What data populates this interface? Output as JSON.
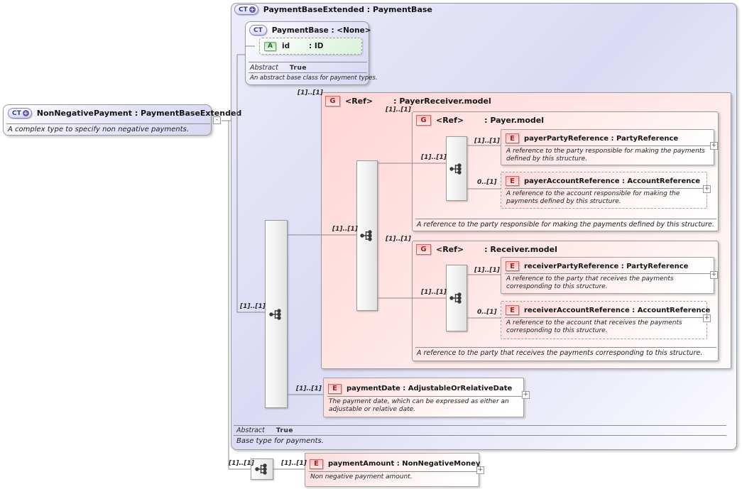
{
  "labels": {
    "required": "[1]..[1]",
    "optional": "0..[1]"
  },
  "icons": {
    "complex_type": "CT",
    "attribute": "A",
    "group": "G",
    "element": "E",
    "plus": "+",
    "expand": "+",
    "collapse": "-"
  },
  "colors": {
    "complex_type_fill": "#d9d9f4",
    "group_fill": "#ffd7d7",
    "element_fill": "#fbdada",
    "attribute_fill": "#d9f2d9",
    "border": "#9b9b9b",
    "connector": "#8a8a8a"
  },
  "root": {
    "title": "NonNegativePayment : PaymentBaseExtended",
    "description": "A complex type to specify non negative payments."
  },
  "extended": {
    "title": "PaymentBaseExtended : PaymentBase",
    "abstract_label": "Abstract",
    "abstract_value": "True",
    "footer": "Base type for payments."
  },
  "base": {
    "title": "PaymentBase : <None>",
    "attr_name": "id",
    "attr_type": ": ID",
    "abstract_label": "Abstract",
    "abstract_value": "True",
    "description": "An abstract base class for payment types."
  },
  "payer_receiver": {
    "ref": "<Ref>",
    "type": ": PayerReceiver.model"
  },
  "payer": {
    "ref": "<Ref>",
    "type": ": Payer.model",
    "footer": "A reference to the party responsible for making the payments defined by this structure."
  },
  "payer_party": {
    "title": "payerPartyReference : PartyReference",
    "description": "A reference to the party responsible for making the payments defined by this structure."
  },
  "payer_account": {
    "title": "payerAccountReference : AccountReference",
    "description": "A reference to the account responsible for making the payments defined by this structure."
  },
  "receiver": {
    "ref": "<Ref>",
    "type": ": Receiver.model",
    "footer": "A reference to the party that receives the payments corresponding to this structure."
  },
  "receiver_party": {
    "title": "receiverPartyReference : PartyReference",
    "description": "A reference to the party that receives the payments corresponding to this structure."
  },
  "receiver_account": {
    "title": "receiverAccountReference : AccountReference",
    "description": "A reference to the account that receives the payments corresponding to this structure."
  },
  "payment_date": {
    "title": "paymentDate : AdjustableOrRelativeDate",
    "description": "The payment date, which can be expressed as either an adjustable or relative date."
  },
  "payment_amount": {
    "title": "paymentAmount : NonNegativeMoney",
    "description": "Non negative payment amount."
  }
}
